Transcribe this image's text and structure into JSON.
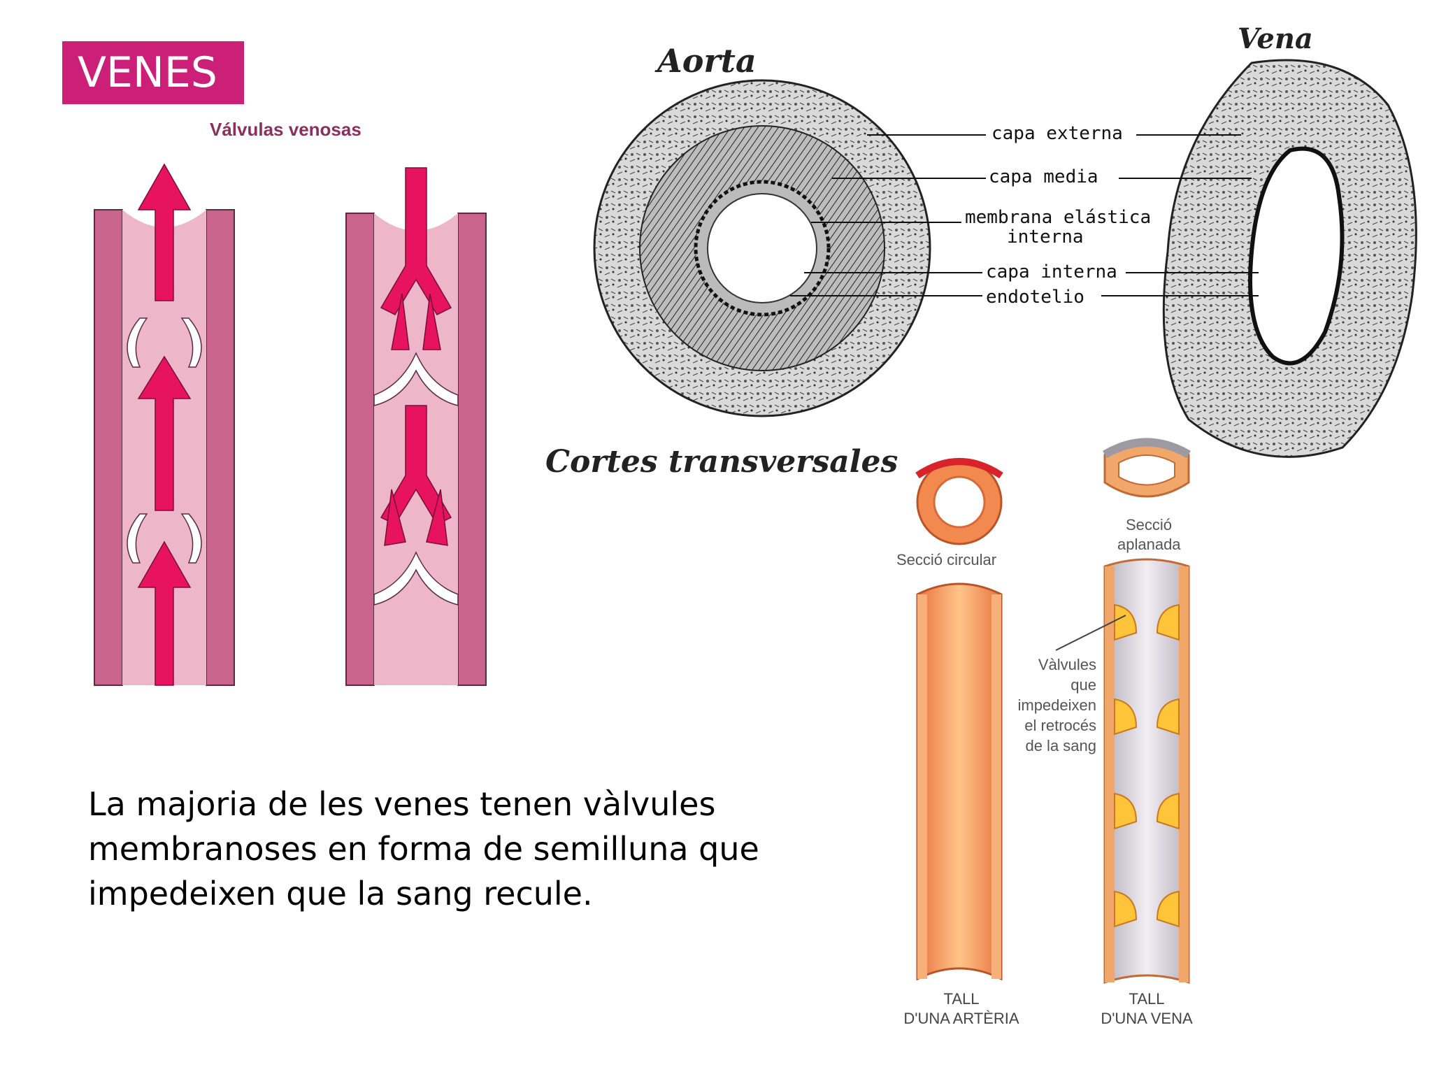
{
  "header": {
    "title": "VENES"
  },
  "valves_diagram": {
    "title": "Válvulas venosas"
  },
  "description": "La majoria de les venes tenen  vàlvules membranoses en forma de semilluna que impedeixen que la sang recule.",
  "cross_sections": {
    "aorta_title": "Aorta",
    "vena_title": "Vena",
    "caption": "Cortes transversales",
    "layers": {
      "capa_externa": "capa  externa",
      "capa_media": "capa  media",
      "membrana_elastica_1": "membrana  elástica",
      "membrana_elastica_2": "interna",
      "capa_interna": "capa  interna",
      "endotelio": "endotelio"
    }
  },
  "vessel_sections": {
    "seccio_circular": "Secció circular",
    "seccio_aplanada_1": "Secció",
    "seccio_aplanada_2": "aplanada",
    "valvules": [
      "Vàlvules",
      "que",
      "impedeixen",
      "el retrocés",
      "de la sang"
    ],
    "tall_arteria_1": "TALL",
    "tall_arteria_2": "D'UNA ARTÈRIA",
    "tall_vena_1": "TALL",
    "tall_vena_2": "D'UNA VENA"
  },
  "colors": {
    "accent": "#cc1f77",
    "vein_wall": "#c9648f",
    "vein_lumen": "#eeb6c9",
    "arrow": "#e8135f",
    "artery": "#f08a5a",
    "vein_section": "#c9c4cc"
  }
}
